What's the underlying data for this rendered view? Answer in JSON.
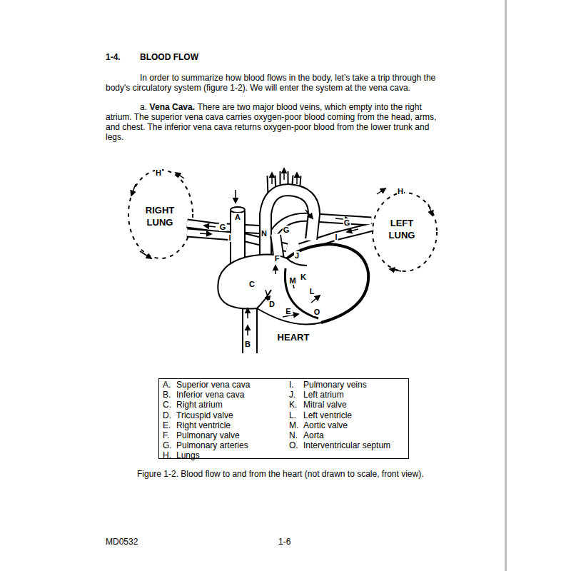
{
  "diagram": {
    "title": "BLOOD FLOW",
    "caption": "Figure 1-2.  Blood flow to and from the heart (not drawn to scale, front view).",
    "labels": [
      "1-4.",
      "In order to summarize how blood flows in the body, let's take a trip through the body's circulatory system (figure 1-2).  We will enter the system at the vena cava.",
      "a.",
      "Vena Cava.",
      "There are two major blood veins, which empty into the right atrium.  The superior vena cava carries oxygen-poor blood coming from the head, arms, and chest.  The inferior vena cava returns oxygen-poor blood from the lower trunk and legs.",
      "H",
      "RIGHT LUNG",
      "G",
      "A",
      "I",
      "N",
      "G",
      "H",
      "G",
      "LEFT LUNG",
      "I",
      "J",
      "F",
      "K",
      "M",
      "L",
      "C",
      "D",
      "E",
      "O",
      "B",
      "HEART",
      "A.",
      "Superior vena cava",
      "B.",
      "Inferior vena cava",
      "C.",
      "Right atrium",
      "D.",
      "Tricuspid valve",
      "E.",
      "Right ventricle",
      "F.",
      "Pulmonary valve",
      "G.",
      "Pulmonary arteries",
      "H.",
      "Lungs",
      "I.",
      "Pulmonary veins",
      "J.",
      "Left atrium",
      "K.",
      "Mitral valve",
      "L.",
      "Left ventricle",
      "M.",
      "Aortic valve",
      "N.",
      "Aorta",
      "O.",
      "Interventricular septum",
      "MD0532",
      "1-6"
    ]
  }
}
